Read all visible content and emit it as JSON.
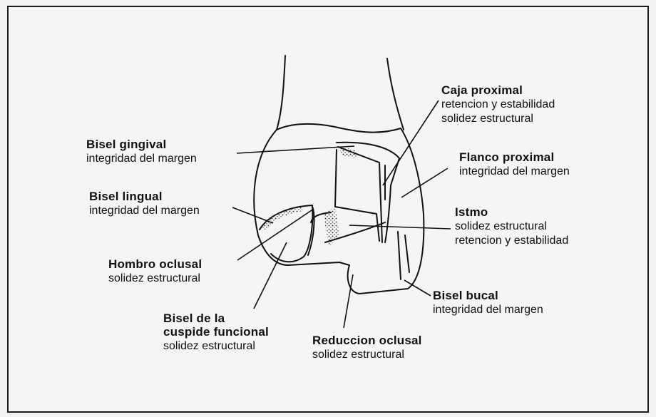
{
  "labels": {
    "bisel_gingival": {
      "title": "Bisel gingival",
      "lines": [
        "integridad del margen"
      ]
    },
    "bisel_lingual": {
      "title": "Bisel lingual",
      "lines": [
        "integridad del margen"
      ]
    },
    "hombro_oclusal": {
      "title": "Hombro oclusal",
      "lines": [
        "solidez estructural"
      ]
    },
    "bisel_cuspide": {
      "title_lines": [
        "Bisel de la",
        "cuspide funcional"
      ],
      "lines": [
        "solidez estructural"
      ]
    },
    "reduccion_oclusal": {
      "title": "Reduccion oclusal",
      "lines": [
        "solidez estructural"
      ]
    },
    "bisel_bucal": {
      "title": "Bisel bucal",
      "lines": [
        "integridad del margen"
      ]
    },
    "istmo": {
      "title": "Istmo",
      "lines": [
        "solidez estructural",
        "retencion y estabilidad"
      ]
    },
    "flanco_proximal": {
      "title": "Flanco proximal",
      "lines": [
        "integridad del margen"
      ]
    },
    "caja_proximal": {
      "title": "Caja proximal",
      "lines": [
        "retencion y estabilidad",
        "solidez estructural"
      ]
    }
  }
}
